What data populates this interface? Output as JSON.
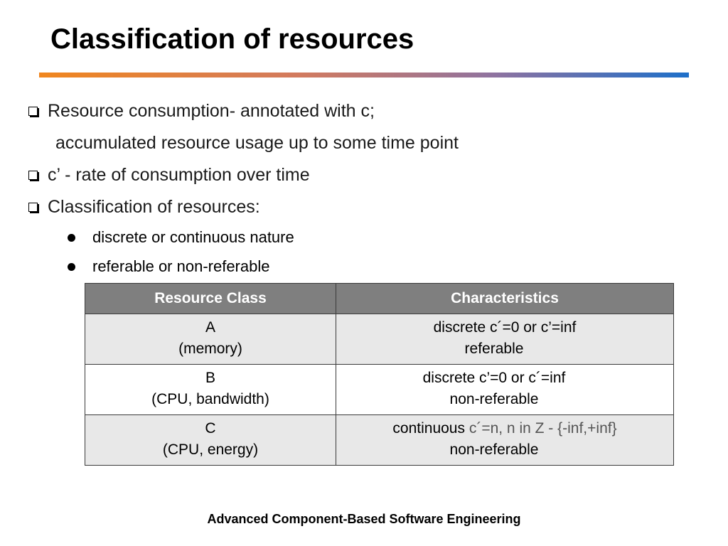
{
  "slide": {
    "title": "Classification of resources",
    "footer": "Advanced Component-Based Software Engineering"
  },
  "bullets": [
    {
      "text": "Resource consumption-  annotated with c;",
      "continuation": "accumulated resource usage up to some time point"
    },
    {
      "text": " c’ - rate of consumption over time"
    },
    {
      "text": "Classification of resources:",
      "sub_items": [
        "discrete or continuous nature",
        "referable or non-referable"
      ]
    }
  ],
  "table": {
    "headers": [
      "Resource Class",
      "Characteristics"
    ],
    "rows": [
      {
        "class_name": "A",
        "class_detail": "(memory)",
        "char_line1_a": "discrete c´=0 or c’=inf",
        "char_line1_b": "",
        "char_line2": "referable"
      },
      {
        "class_name": "B",
        "class_detail": "(CPU, bandwidth)",
        "char_line1_a": "discrete c’=0 or c´=inf",
        "char_line1_b": "",
        "char_line2": "non-referable"
      },
      {
        "class_name": "C",
        "class_detail": "(CPU, energy)",
        "char_line1_a": "continuous ",
        "char_line1_b": "c´=n, n in Z - {-inf,+inf}",
        "char_line2": "non-referable"
      }
    ]
  },
  "colors": {
    "header_bg": "#7f7f7f",
    "shade_row_bg": "#e8e8e8",
    "rule_start": "#f0861e",
    "rule_end": "#1d6fc9"
  }
}
